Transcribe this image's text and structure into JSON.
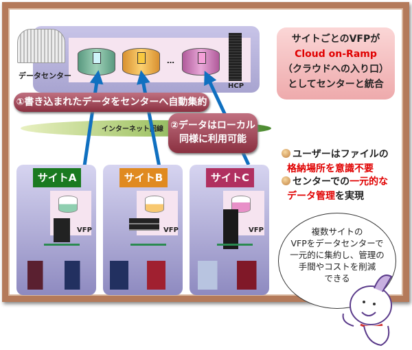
{
  "datacenter": {
    "label": "データセンター",
    "hcp_label": "HCP",
    "ellipsis": "…"
  },
  "summary_box": {
    "line1": "サイトごとのVFPが",
    "line2": "Cloud on-Ramp",
    "line3": "（クラウドへの入り口）",
    "line4": "としてセンターと統合"
  },
  "banner1": "①書き込まれたデータをセンターへ自動集約",
  "banner2": {
    "line1": "②データはローカル",
    "line2": "同様に利用可能"
  },
  "internet_label": "インターネット回線",
  "bullets": [
    {
      "part1": "ユーザーはファイルの",
      "part2": "格納場所を意識不要"
    },
    {
      "part1": "センターでの",
      "part2": "一元的な",
      "part3": "データ管理",
      "part4": "を実現"
    }
  ],
  "sites": [
    {
      "label": "サイトA",
      "vfp": "VFP",
      "color": "#1a7a20",
      "data_color": "#8fcfb0"
    },
    {
      "label": "サイトB",
      "vfp": "VFP",
      "color": "#e08a20",
      "data_color": "#f8c870"
    },
    {
      "label": "サイトC",
      "vfp": "VFP",
      "color": "#b03060",
      "data_color": "#e890c8"
    }
  ],
  "speech": {
    "lines": [
      "複数サイトの",
      "VFPをデータセンターで",
      "一元的に集約し、管理の",
      "手間やコストを削減",
      "できる"
    ]
  },
  "colors": {
    "arrow": "#1070c0",
    "frame": "#b47a5a",
    "highlight": "#e00000"
  }
}
